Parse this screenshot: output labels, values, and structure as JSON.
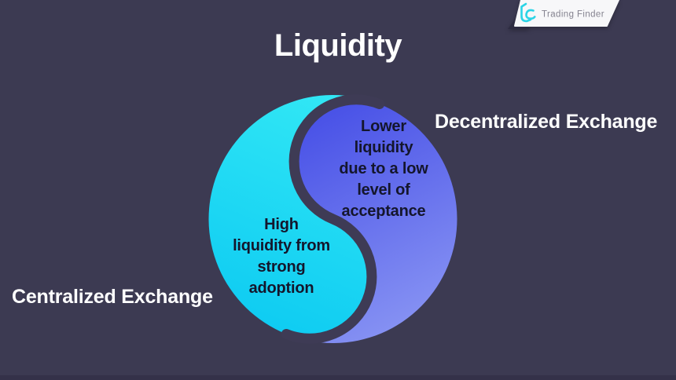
{
  "title": "Liquidity",
  "brand": {
    "name": "Trading Finder",
    "icon": "trading-finder-glyph",
    "icon_color": "#2bd4e6",
    "ribbon_color": "#f7f7f9",
    "text_color": "#84828f"
  },
  "diagram": {
    "type": "yin-yang-comparison",
    "left_label": "Centralized Exchange",
    "right_label": "Decentralized Exchange",
    "cex_note": "High\nliquidity from\nstrong\nadoption",
    "dex_note": "Lower\nliquidity\ndue to a low\nlevel of\nacceptance"
  },
  "colors": {
    "background": "#3c3a52",
    "bottom_bar": "#343149",
    "cyan_start": "#33e8f5",
    "cyan_end": "#0fccf2",
    "blue_start": "#4a53e7",
    "blue_end": "#8f9bf5",
    "divider": "#3e3b55",
    "dark_text": "#14162c",
    "light_text": "#ffffff"
  }
}
